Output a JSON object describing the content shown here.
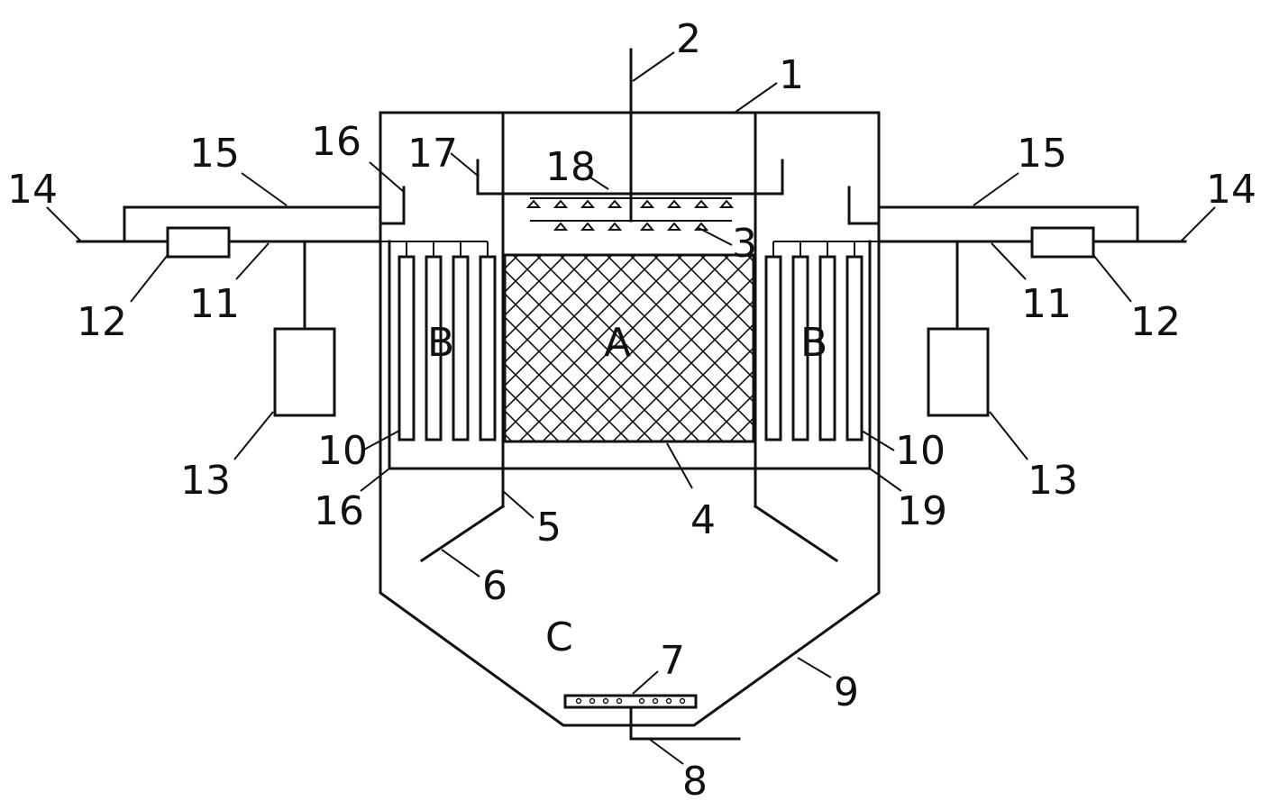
{
  "diagram": {
    "labels": {
      "n1": "1",
      "n2": "2",
      "n3": "3",
      "n4": "4",
      "n5": "5",
      "n6": "6",
      "n7": "7",
      "n8": "8",
      "n9": "9",
      "n10": "10",
      "n11": "11",
      "n12": "12",
      "n13": "13",
      "n14": "14",
      "n15": "15",
      "n16": "16",
      "n17": "17",
      "n18": "18",
      "n19": "19"
    },
    "zones": {
      "a": "A",
      "b": "B",
      "c": "C"
    }
  }
}
